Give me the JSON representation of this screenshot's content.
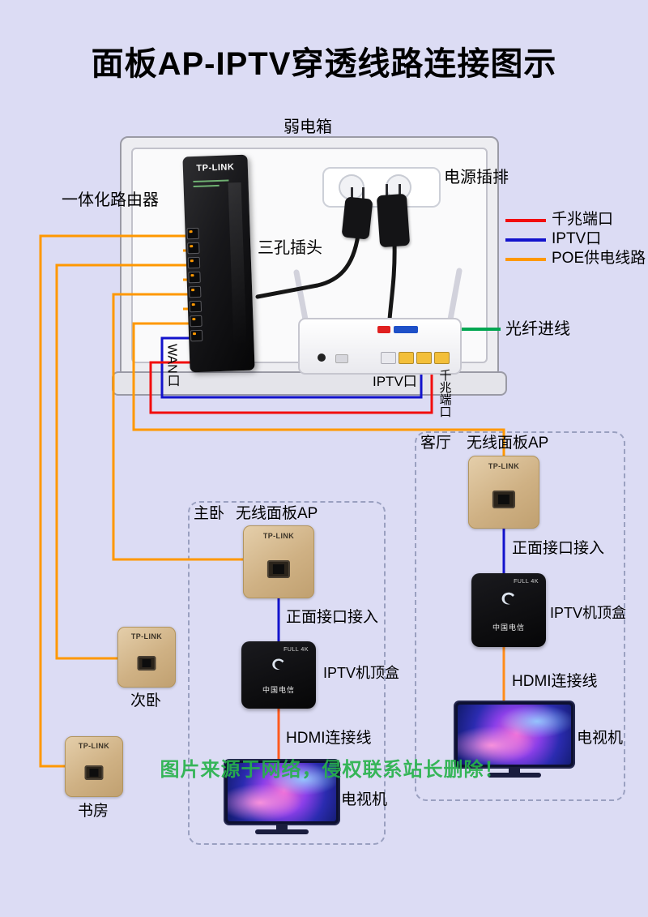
{
  "title": "面板AP-IPTV穿透线路连接图示",
  "colors": {
    "background": "#dcdcf4",
    "gigabit_wire": "#f20d0d",
    "iptv_wire": "#1313cc",
    "poe_wire": "#ff9800",
    "fiber_wire": "#00a651"
  },
  "enclosure": {
    "label": "弱电箱",
    "router_label": "一体化路由器",
    "power_strip_label": "电源插排",
    "plug_label": "三孔插头",
    "wan_label": "WAN口",
    "iptv_port_label": "IPTV口",
    "gigabit_port_label": "千兆端口",
    "fiber_label": "光纤进线",
    "switch_brand": "TP-LINK"
  },
  "legend": {
    "items": [
      {
        "label": "千兆端口",
        "color": "#f20d0d"
      },
      {
        "label": "IPTV口",
        "color": "#1313cc"
      },
      {
        "label": "POE供电线路",
        "color": "#ff9800"
      }
    ]
  },
  "rooms": {
    "living": {
      "name": "客厅",
      "ap_title": "无线面板AP",
      "ap_brand": "TP-LINK",
      "front_label": "正面接口接入",
      "stb_label": "IPTV机顶盒",
      "stb_badge": "FULL 4K",
      "stb_brand": "中国电信",
      "hdmi_label": "HDMI连接线",
      "tv_label": "电视机"
    },
    "master": {
      "name": "主卧",
      "ap_title": "无线面板AP",
      "ap_brand": "TP-LINK",
      "front_label": "正面接口接入",
      "stb_label": "IPTV机顶盒",
      "stb_badge": "FULL 4K",
      "stb_brand": "中国电信",
      "hdmi_label": "HDMI连接线",
      "tv_label": "电视机"
    },
    "second": {
      "name": "次卧",
      "ap_brand": "TP-LINK"
    },
    "study": {
      "name": "书房",
      "ap_brand": "TP-LINK"
    }
  },
  "watermark": "图片来源于网络，侵权联系站长删除！"
}
